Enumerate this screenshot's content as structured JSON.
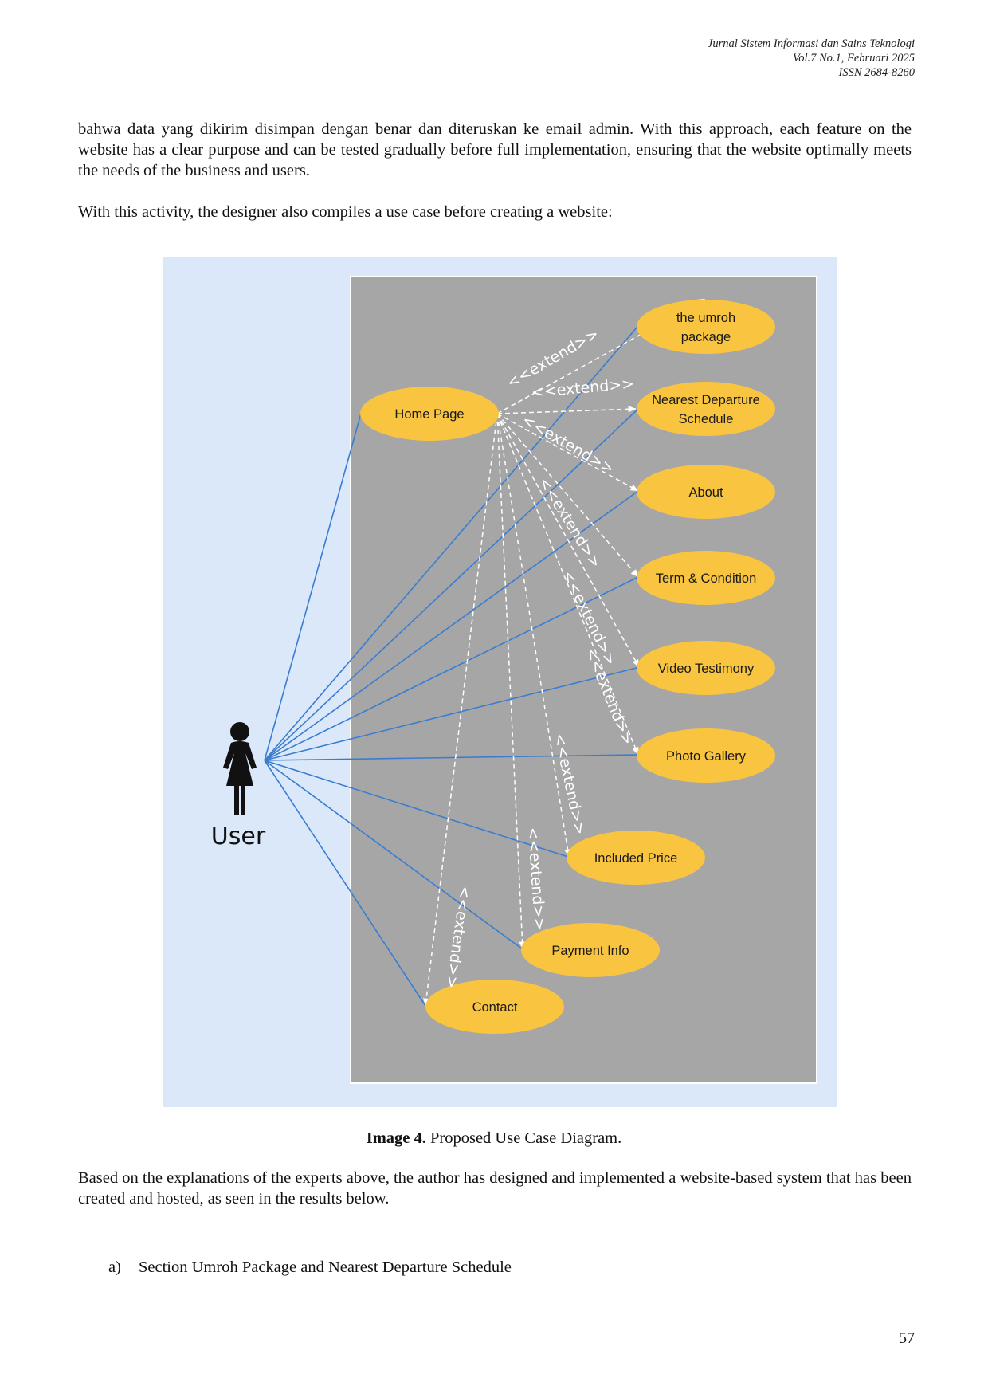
{
  "header": {
    "journal": "Jurnal Sistem Informasi dan Sains Teknologi",
    "volume": "Vol.7 No.1, Februari 2025",
    "issn": "ISSN 2684-8260"
  },
  "paragraphs": {
    "p1": "bahwa data yang dikirim disimpan dengan benar dan diteruskan ke email admin.  With this approach, each feature on the website has a clear purpose and can be tested gradually before full implementation, ensuring that the website optimally meets the needs of the business and users.",
    "p2": "With this activity, the designer also compiles a use case before creating a website:",
    "p3": "Based on the explanations of the experts above, the author has designed and implemented a website-based system that has been created and hosted, as seen in the results below."
  },
  "diagram": {
    "actor": "User",
    "extend_label": "<<extend>>",
    "use_cases": [
      {
        "id": "home",
        "lines": [
          "Home Page"
        ]
      },
      {
        "id": "umroh",
        "lines": [
          "the umroh",
          "package"
        ]
      },
      {
        "id": "nearest",
        "lines": [
          "Nearest Departure",
          "Schedule"
        ]
      },
      {
        "id": "about",
        "lines": [
          "About"
        ]
      },
      {
        "id": "term",
        "lines": [
          "Term & Condition"
        ]
      },
      {
        "id": "video",
        "lines": [
          "Video Testimony"
        ]
      },
      {
        "id": "photo",
        "lines": [
          "Photo Gallery"
        ]
      },
      {
        "id": "price",
        "lines": [
          "Included Price"
        ]
      },
      {
        "id": "payment",
        "lines": [
          "Payment Info"
        ]
      },
      {
        "id": "contact",
        "lines": [
          "Contact"
        ]
      }
    ],
    "colors": {
      "background": "#dbe8f9",
      "system": "#a6a6a6",
      "use_case": "#f9c43f",
      "association": "#3a7dd0",
      "extend": "#ffffff"
    }
  },
  "caption": {
    "label": "Image 4.",
    "text": " Proposed Use Case Diagram."
  },
  "list": {
    "marker": "a)",
    "text": "Section Umroh Package and Nearest Departure Schedule"
  },
  "page_number": "57"
}
